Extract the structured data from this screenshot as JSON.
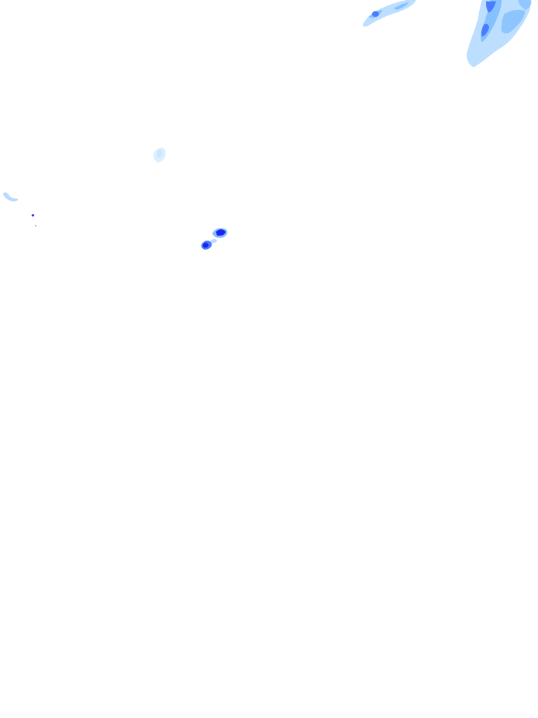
{
  "map": {
    "layer": "precipitation-radar",
    "background_color": "#ffffff",
    "intensity_colors": {
      "very_light": "#dcefff",
      "light": "#b8dcff",
      "moderate": "#86c1ff",
      "heavy": "#4a7dff",
      "very_heavy": "#1c25f0"
    },
    "echo_regions": [
      {
        "name": "echo-top-center-band",
        "intensity": "moderate"
      },
      {
        "name": "echo-top-right-cluster",
        "intensity": "moderate"
      },
      {
        "name": "echo-left-mid-cell",
        "intensity": "light"
      },
      {
        "name": "echo-left-edge-cells",
        "intensity": "light"
      },
      {
        "name": "echo-central-storm-cells",
        "intensity": "very_heavy"
      }
    ]
  }
}
